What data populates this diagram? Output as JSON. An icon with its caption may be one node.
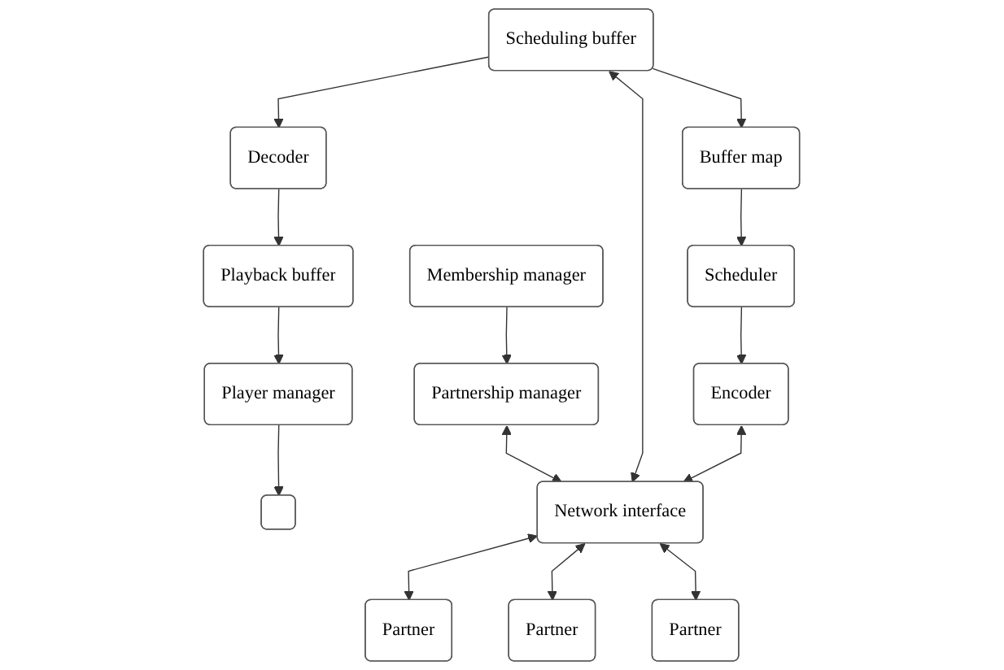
{
  "diagram": {
    "nodes": [
      {
        "text": [],
        "shape": "box"
      },
      {
        "text": [
          "Player manager"
        ]
      },
      {
        "text": [
          "Playback buffer"
        ]
      },
      {
        "text": [
          "Decoder"
        ]
      },
      {
        "text": [
          "Membership manager"
        ]
      },
      {
        "text": [
          "Scheduling buffer"
        ]
      },
      {
        "text": [
          "Buffer map"
        ]
      },
      {
        "text": [
          "Scheduler"
        ]
      },
      {
        "text": [
          "Partnership manager"
        ]
      },
      {
        "text": [
          "Encoder"
        ]
      },
      {
        "text": [
          "Network interface"
        ]
      },
      {
        "text": [
          "Partner"
        ]
      },
      {
        "text": [
          "Partner"
        ]
      },
      {
        "text": [
          "Partner"
        ]
      }
    ],
    "edges": [
      {
        "from": 1,
        "to": 0,
        "arrow": "to"
      },
      {
        "from": 2,
        "to": 1,
        "arrow": "to"
      },
      {
        "from": 3,
        "to": 2,
        "arrow": "to"
      },
      {
        "from": 5,
        "to": 3,
        "arrow": "to"
      },
      {
        "from": 5,
        "to": 6,
        "arrow": "to"
      },
      {
        "from": 6,
        "to": 7,
        "arrow": "to"
      },
      {
        "from": 4,
        "to": 8,
        "arrow": "to"
      },
      {
        "from": 7,
        "to": 9,
        "arrow": "to"
      },
      {
        "from": 8,
        "to": 10,
        "arrow": "both"
      },
      {
        "from": 5,
        "to": 10,
        "arrow": "both"
      },
      {
        "from": 9,
        "to": 10,
        "arrow": "both"
      },
      {
        "from": 10,
        "to": 11,
        "arrow": "both"
      },
      {
        "from": 10,
        "to": 12,
        "arrow": "both"
      },
      {
        "from": 10,
        "to": 13,
        "arrow": "both"
      }
    ]
  }
}
